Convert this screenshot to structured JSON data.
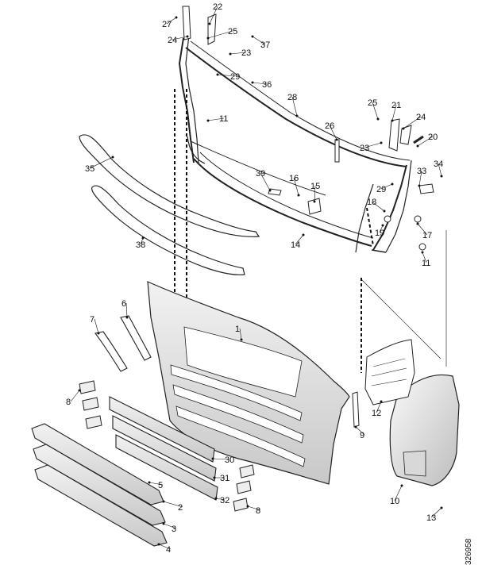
{
  "document_number": "326958",
  "callouts": [
    {
      "id": "c27",
      "label": "27"
    },
    {
      "id": "c22",
      "label": "22"
    },
    {
      "id": "c24a",
      "label": "24"
    },
    {
      "id": "c25a",
      "label": "25"
    },
    {
      "id": "c37",
      "label": "37"
    },
    {
      "id": "c23a",
      "label": "23"
    },
    {
      "id": "c29a",
      "label": "29"
    },
    {
      "id": "c36",
      "label": "36"
    },
    {
      "id": "c28",
      "label": "28"
    },
    {
      "id": "c11a",
      "label": "11"
    },
    {
      "id": "c35",
      "label": "35"
    },
    {
      "id": "c25b",
      "label": "25"
    },
    {
      "id": "c21",
      "label": "21"
    },
    {
      "id": "c24b",
      "label": "24"
    },
    {
      "id": "c26",
      "label": "26"
    },
    {
      "id": "c23b",
      "label": "23"
    },
    {
      "id": "c20",
      "label": "20"
    },
    {
      "id": "c34",
      "label": "34"
    },
    {
      "id": "c33",
      "label": "33"
    },
    {
      "id": "c39",
      "label": "39"
    },
    {
      "id": "c16",
      "label": "16"
    },
    {
      "id": "c15",
      "label": "15"
    },
    {
      "id": "c29b",
      "label": "29"
    },
    {
      "id": "c18",
      "label": "18"
    },
    {
      "id": "c19",
      "label": "19"
    },
    {
      "id": "c17",
      "label": "17"
    },
    {
      "id": "c11b",
      "label": "11"
    },
    {
      "id": "c14",
      "label": "14"
    },
    {
      "id": "c38",
      "label": "38"
    },
    {
      "id": "c6",
      "label": "6"
    },
    {
      "id": "c7",
      "label": "7"
    },
    {
      "id": "c1",
      "label": "1"
    },
    {
      "id": "c8a",
      "label": "8"
    },
    {
      "id": "c12",
      "label": "12"
    },
    {
      "id": "c9",
      "label": "9"
    },
    {
      "id": "c30",
      "label": "30"
    },
    {
      "id": "c31",
      "label": "31"
    },
    {
      "id": "c5",
      "label": "5"
    },
    {
      "id": "c32",
      "label": "32"
    },
    {
      "id": "c2",
      "label": "2"
    },
    {
      "id": "c8b",
      "label": "8"
    },
    {
      "id": "c3",
      "label": "3"
    },
    {
      "id": "c10",
      "label": "10"
    },
    {
      "id": "c4",
      "label": "4"
    },
    {
      "id": "c13",
      "label": "13"
    }
  ]
}
